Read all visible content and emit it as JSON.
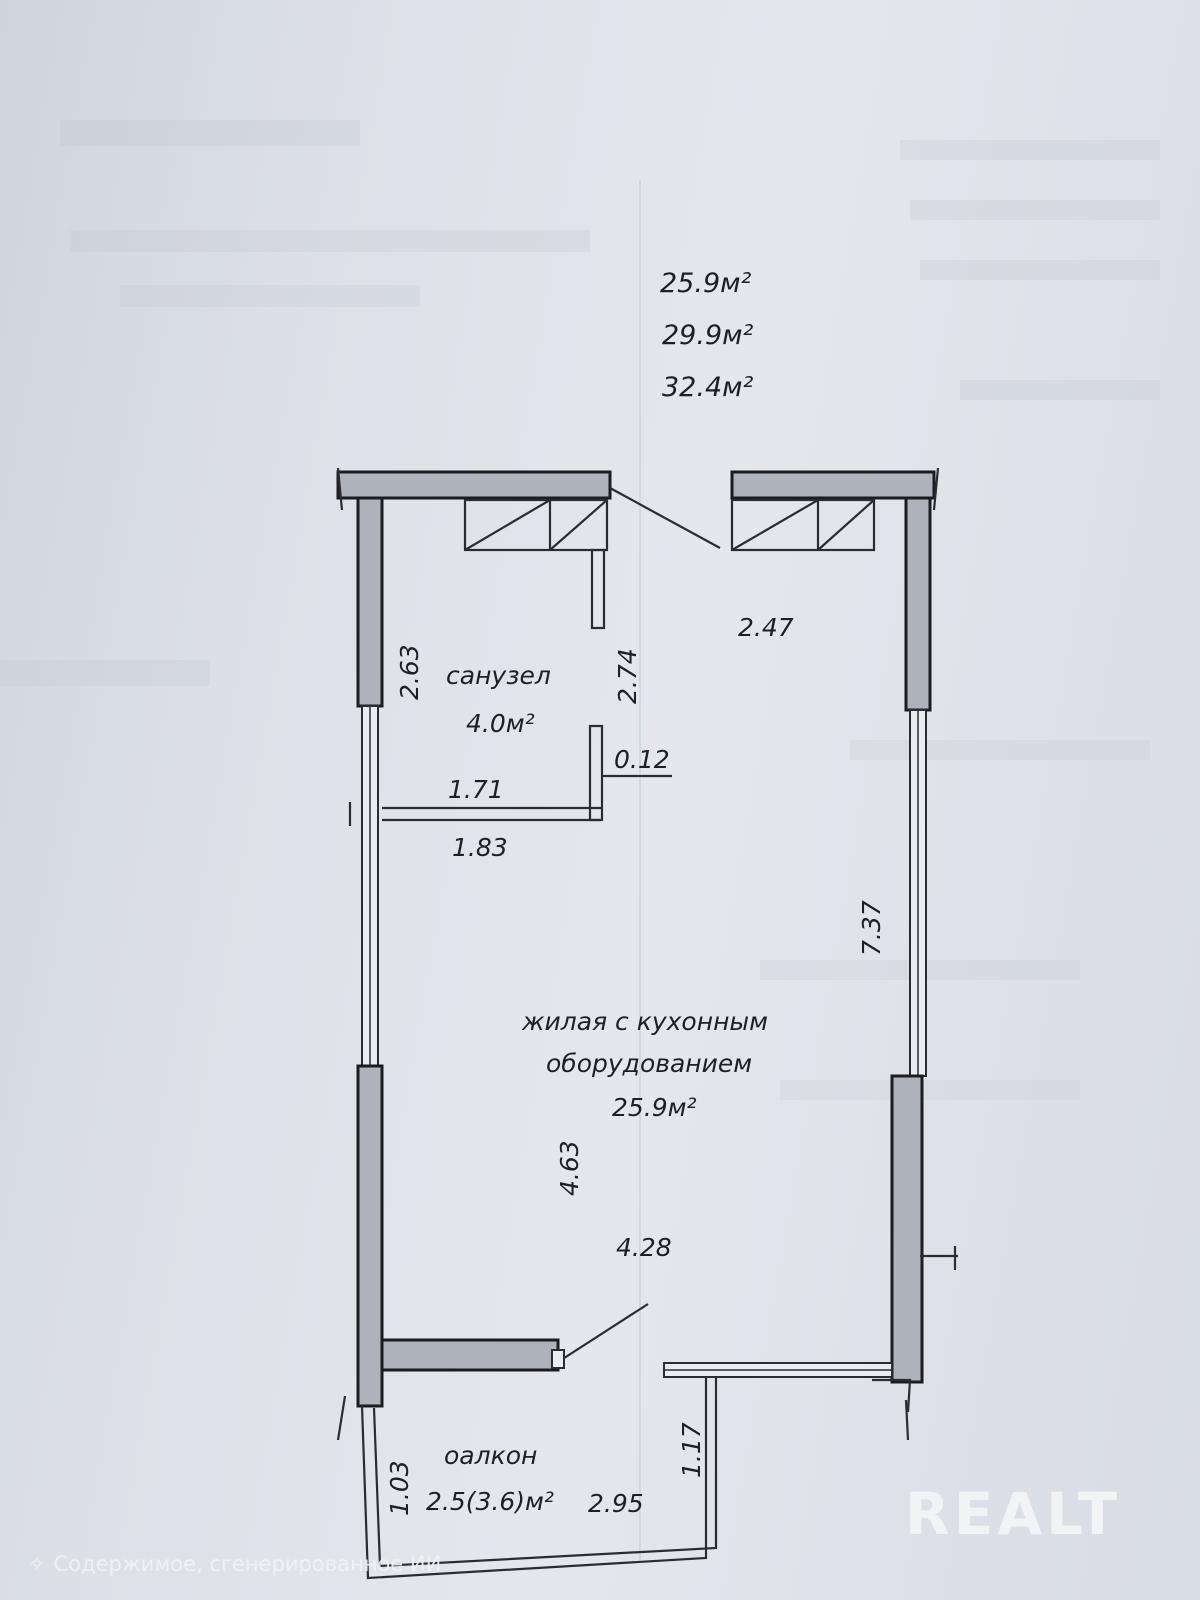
{
  "areas_header": [
    "25.9м²",
    "29.9м²",
    "32.4м²"
  ],
  "rooms": {
    "bathroom": {
      "name": "санузел",
      "area": "4.0м²"
    },
    "living": {
      "name_line1": "жилая с кухонным",
      "name_line2": "оборудованием",
      "area": "25.9м²"
    },
    "balcony": {
      "name": "оалкон",
      "area": "2.5(3.6)м²"
    }
  },
  "dimensions": {
    "entry_width": "2.47",
    "bath_left": "2.63",
    "bath_right": "2.74",
    "wall_thickness": "0.12",
    "bath_width": "1.71",
    "bath_outer": "1.83",
    "right_wall": "7.37",
    "living_height": "4.63",
    "living_width": "4.28",
    "balcony_left": "1.03",
    "balcony_width": "2.95",
    "balcony_right": "1.17"
  },
  "watermark": {
    "logo": "REALT",
    "ai_notice": "Содержимое, сгенерированное ИИ"
  }
}
